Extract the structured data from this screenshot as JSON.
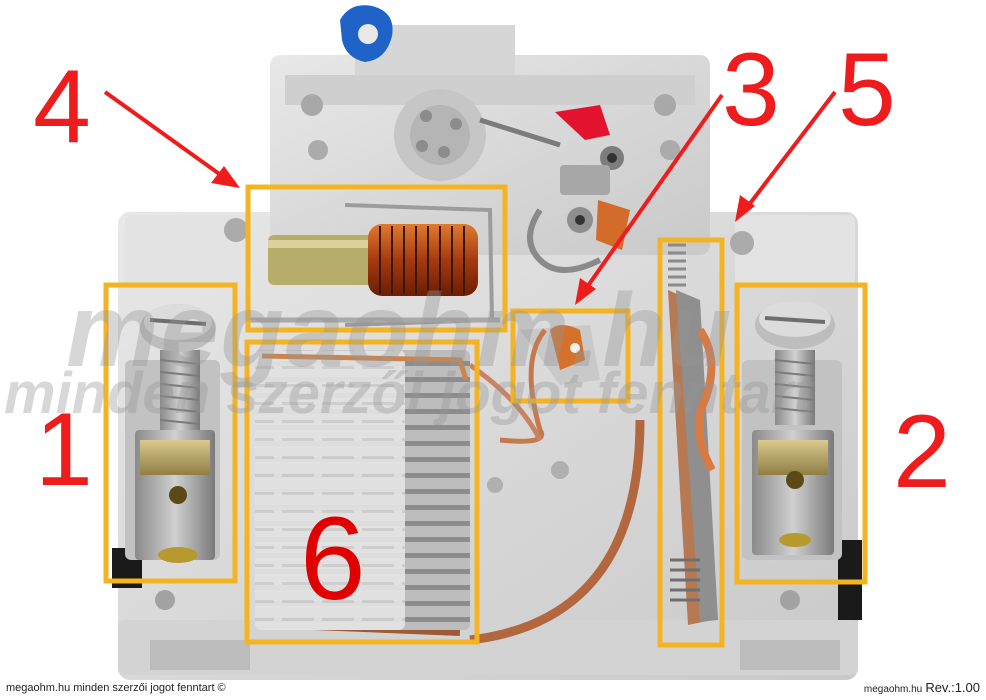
{
  "labels": {
    "n1": "1",
    "n2": "2",
    "n3": "3",
    "n4": "4",
    "n5": "5",
    "n6": "6"
  },
  "watermark": {
    "large": "megaohm.hu",
    "small": "minden szerzői jogot fenntart"
  },
  "footer": {
    "copyright": "megaohm.hu minden szerzői jogot fenntart ©",
    "site": "megaohm.hu",
    "revision": "Rev.:1.00"
  },
  "colors": {
    "label_red": "#ee1c1c",
    "frame_orange": "#f4b323",
    "background": "#ffffff",
    "housing_grey": "#d9d9d9"
  }
}
